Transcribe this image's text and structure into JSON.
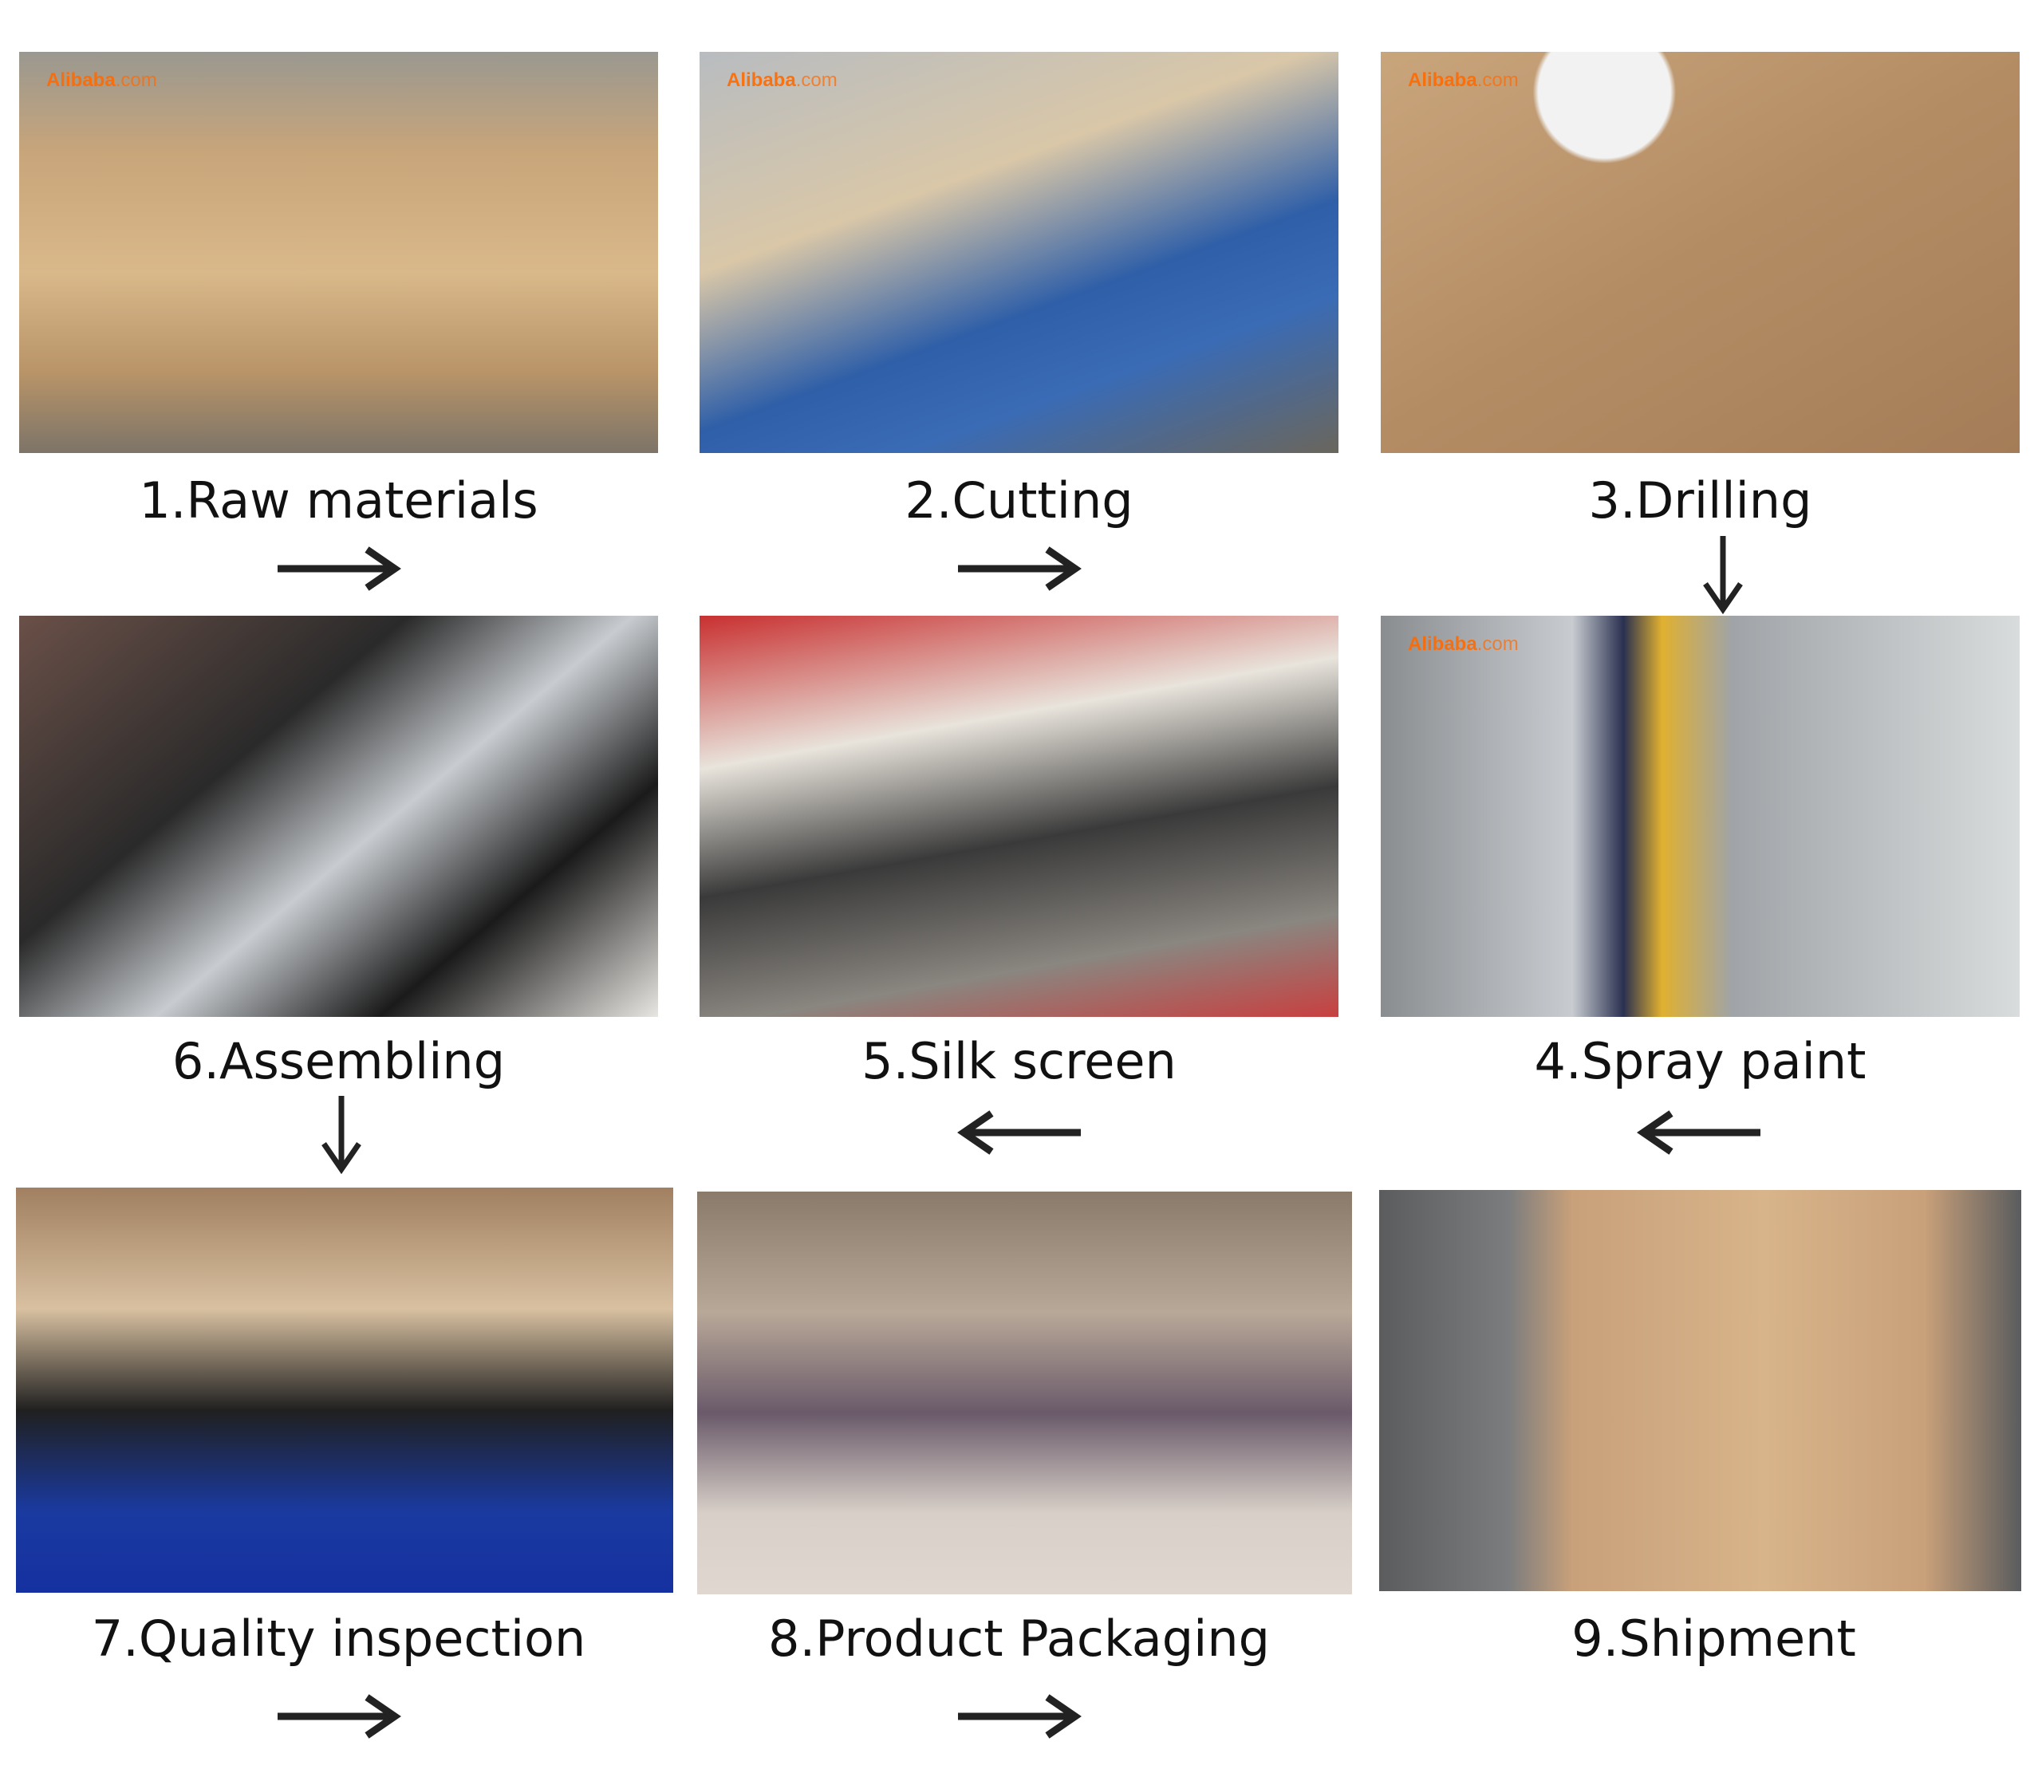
{
  "watermark": {
    "brand": "Alibaba",
    "suffix": ".com"
  },
  "steps": [
    {
      "label": "1.Raw materials"
    },
    {
      "label": "2.Cutting"
    },
    {
      "label": "3.Drilling"
    },
    {
      "label": "4.Spray paint"
    },
    {
      "label": "5.Silk screen"
    },
    {
      "label": "6.Assembling"
    },
    {
      "label": "7.Quality inspection"
    },
    {
      "label": "8.Product Packaging"
    },
    {
      "label": "9.Shipment"
    }
  ]
}
